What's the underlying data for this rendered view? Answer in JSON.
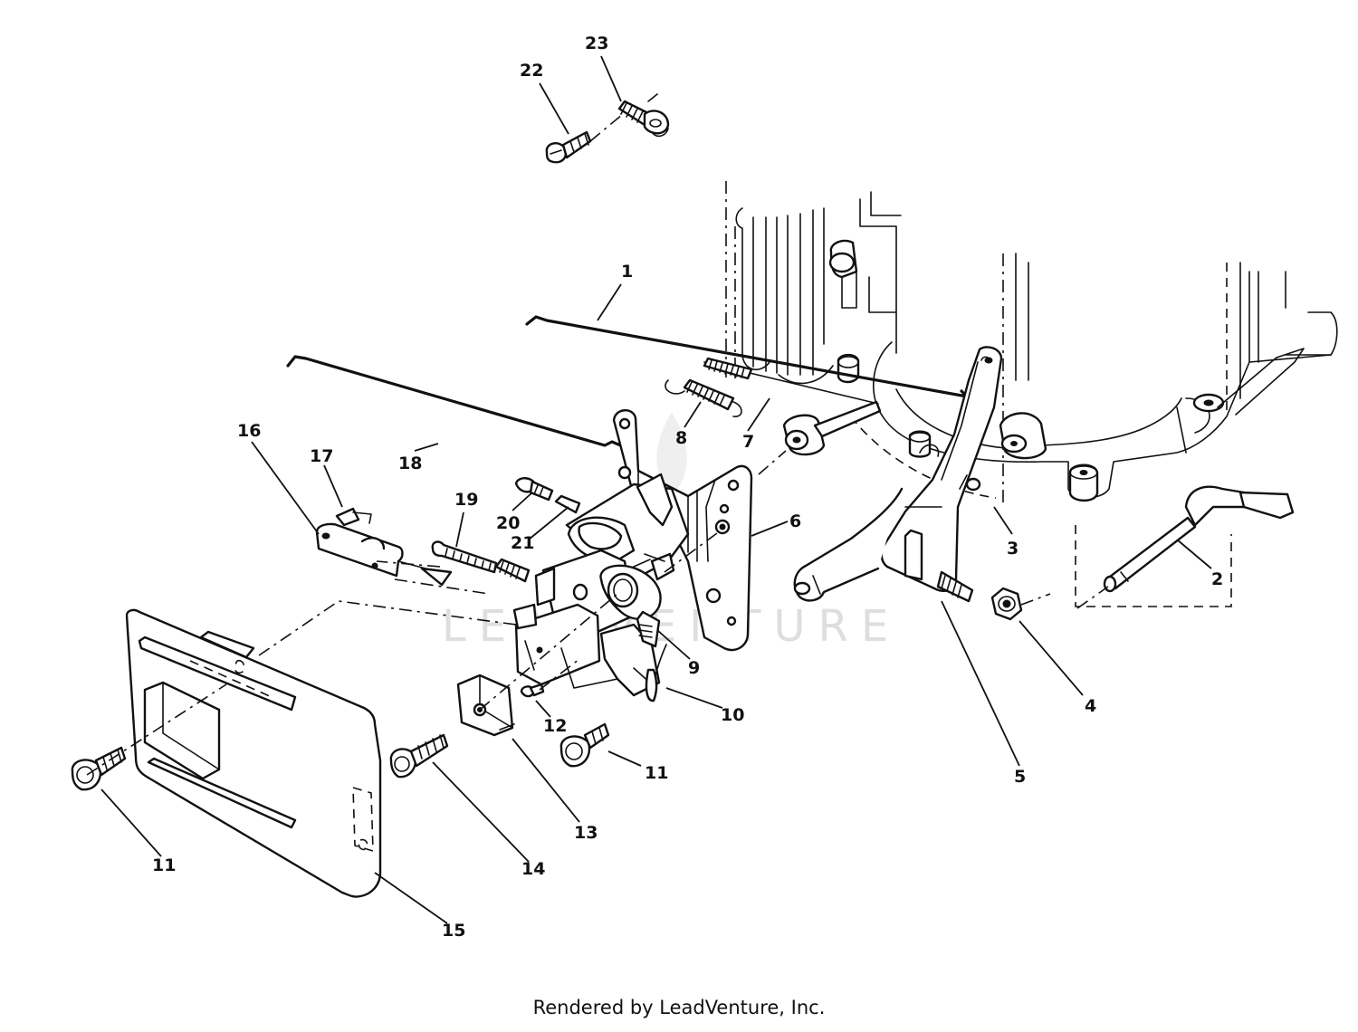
{
  "watermark": {
    "text": "LEADVENTURE"
  },
  "footer": {
    "text": "Rendered by LeadVenture, Inc."
  },
  "callouts": {
    "c1": "1",
    "c2": "2",
    "c3": "3",
    "c4": "4",
    "c5": "5",
    "c6": "6",
    "c7": "7",
    "c8": "8",
    "c9": "9",
    "c10": "10",
    "c11a": "11",
    "c11b": "11",
    "c12": "12",
    "c13": "13",
    "c14": "14",
    "c15": "15",
    "c16": "16",
    "c17": "17",
    "c18": "18",
    "c19": "19",
    "c20": "20",
    "c21": "21",
    "c22": "22",
    "c23": "23"
  }
}
